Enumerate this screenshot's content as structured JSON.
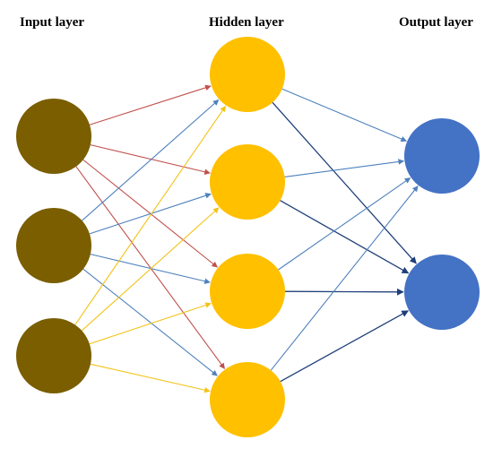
{
  "labels": {
    "input": "Input layer",
    "hidden": "Hidden layer",
    "output": "Output layer"
  },
  "layers": [
    {
      "name": "input",
      "count": 3
    },
    {
      "name": "hidden",
      "count": 4
    },
    {
      "name": "output",
      "count": 2
    }
  ],
  "colors": {
    "input_node": "#7a5e00",
    "hidden_node": "#ffc000",
    "output_node": "#4472c4",
    "input1_edges": "#c0504d",
    "input2_edges": "#4f81bd",
    "input3_edges": "#f2c318",
    "hidden_to_output_top": "#1f3f7a",
    "hidden_to_output_light": "#4f81bd"
  }
}
